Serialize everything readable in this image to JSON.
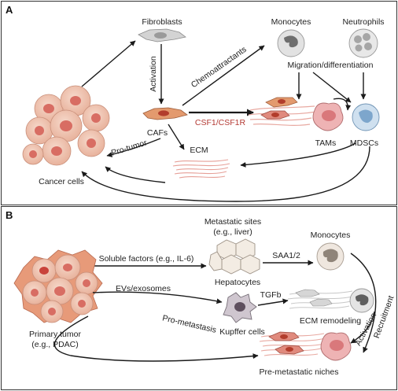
{
  "panel_a": {
    "letter": "A",
    "fibroblasts": "Fibroblasts",
    "activation": "Activation",
    "chemoattractants": "Chemoattractants",
    "monocytes": "Monocytes",
    "neutrophils": "Neutrophils",
    "migration": "Migration/differentiation",
    "cafs": "CAFs",
    "csf": "CSF1/CSF1R",
    "tams": "TAMs",
    "mdscs": "MDSCs",
    "ecm": "ECM",
    "pro_tumor": "Pro-tumor",
    "cancer_cells": "Cancer cells"
  },
  "panel_b": {
    "letter": "B",
    "metastatic_sites_1": "Metastatic sites",
    "metastatic_sites_2": "(e.g., liver)",
    "monocytes": "Monocytes",
    "soluble": "Soluble factors (e.g., IL-6)",
    "hepatocytes": "Hepatocytes",
    "saa": "SAA1/2",
    "evs": "EVs/exosomes",
    "tgfb": "TGFb",
    "kupffer": "Kupffer cells",
    "ecm_remodeling": "ECM remodeling",
    "activation": "Activation",
    "recruitment": "Recruitment",
    "pro_metastasis": "Pro-metastasis",
    "primary_tumor_1": "Primary tumor",
    "primary_tumor_2": "(e.g., PDAC)",
    "pmn": "Pre-metastatic niches"
  },
  "colors": {
    "cancer_fill": "#f1c7b4",
    "cancer_nucleus": "#d86d63",
    "caf_fill": "#e39a6e",
    "tam_fill": "#eeb3b4",
    "mdsc_fill": "#a9c4dd",
    "gray_cell": "#d6d6d6",
    "red_label": "#b43a34"
  }
}
